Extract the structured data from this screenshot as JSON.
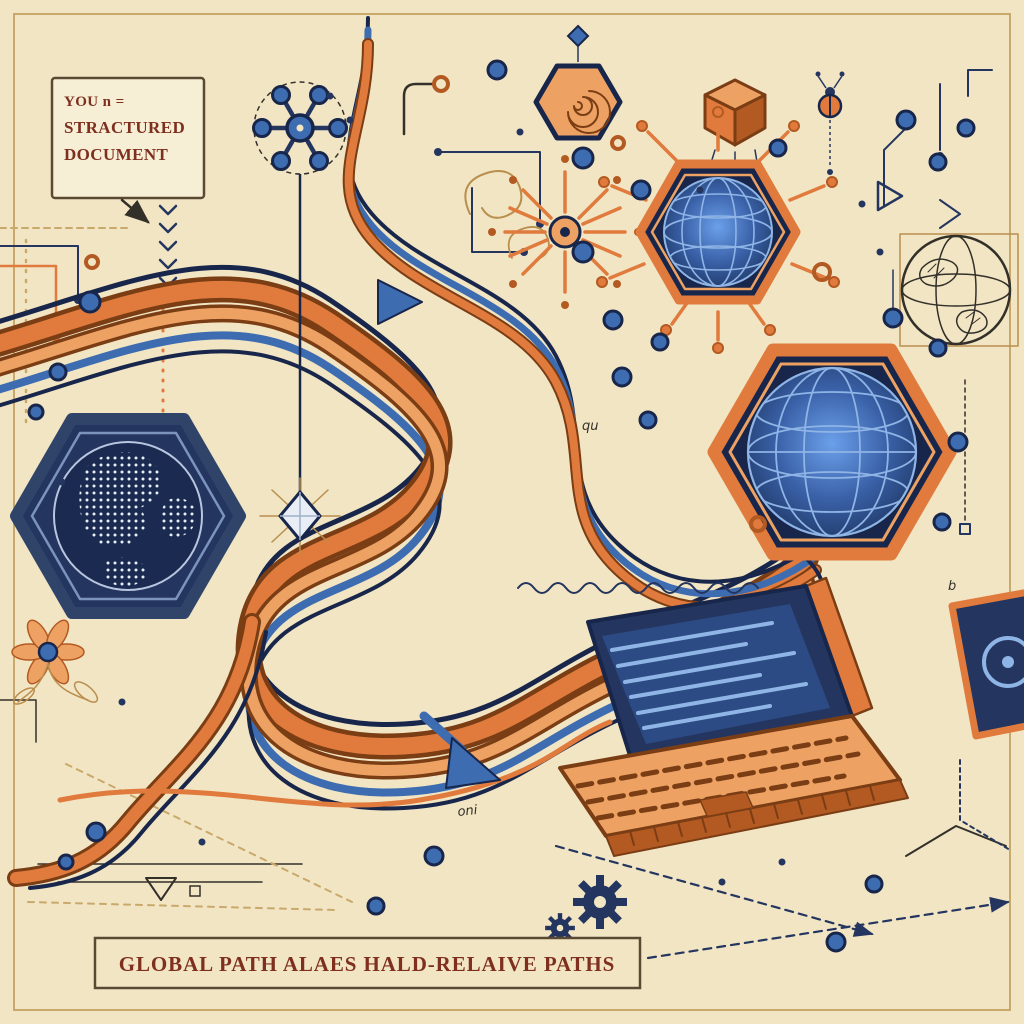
{
  "illustration": {
    "labels": {
      "note_line1": "YOU n =",
      "note_line2": "STRACTURED",
      "note_line3": "DOCUMENT",
      "caption": "GLOBAL PATH ALAES HALD-RELAIVE PATHS"
    },
    "small_texts": {
      "t1": "oni",
      "t2": "qu",
      "t3": "b"
    },
    "colors": {
      "background": "#f2e5c4",
      "panel": "#f7eed6",
      "border_tan": "#c9a96b",
      "cream_line": "#b98f4e",
      "ink": "#33302a",
      "maroon": "#7e2f1e",
      "navy": "#24365f",
      "navy_deep": "#17264a",
      "blue": "#3e6cb0",
      "blue_light": "#8fb4e6",
      "orange": "#e07b3d",
      "orange_deep": "#b35a22",
      "orange_light": "#eda264",
      "outline_brown": "#7a3d14",
      "crystal": "#e9eef6"
    }
  }
}
